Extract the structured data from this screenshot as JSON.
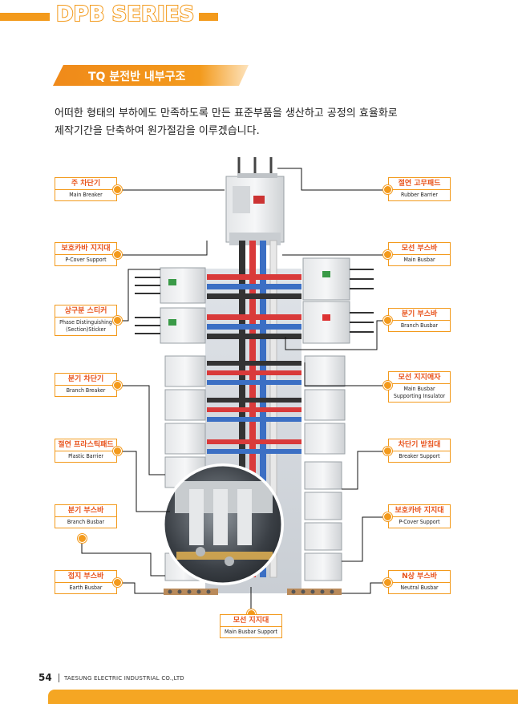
{
  "header": {
    "series_title": "DPB SERIES"
  },
  "section": {
    "title": "TQ 분전반 내부구조"
  },
  "intro": {
    "line1": "어떠한 형태의 부하에도 만족하도록  만든 표준부품을 생산하고  공정의 효율화로",
    "line2": "제작기간을 단축하여 원가절감을 이루겠습니다."
  },
  "labels": {
    "main_breaker": {
      "ko": "주 차단기",
      "en": "Main Breaker"
    },
    "pcover_support_left": {
      "ko": "보호카바 지지대",
      "en": "P-Cover Support"
    },
    "phase_sticker": {
      "ko": "상구분 스티커",
      "en": "Phase Distinguishing (Section)Sticker"
    },
    "branch_breaker": {
      "ko": "분기 차단기",
      "en": "Branch Breaker"
    },
    "plastic_barrier": {
      "ko": "절연 프라스틱패드",
      "en": "Plastic Barrier"
    },
    "branch_busbar_left": {
      "ko": "분기 부스바",
      "en": "Branch Busbar"
    },
    "earth_busbar": {
      "ko": "접지 부스바",
      "en": "Earth Busbar"
    },
    "rubber_barrier": {
      "ko": "절연 고무패드",
      "en": "Rubber Barrier"
    },
    "main_busbar": {
      "ko": "모선 부스바",
      "en": "Main Busbar"
    },
    "branch_busbar_right": {
      "ko": "분기 부스바",
      "en": "Branch Busbar"
    },
    "main_busbar_insulator": {
      "ko": "모선 지지애자",
      "en": "Main Busbar Supporting Insulator"
    },
    "breaker_support": {
      "ko": "차단기 받침대",
      "en": "Breaker Support"
    },
    "pcover_support_right": {
      "ko": "보호카바 지지대",
      "en": "P-Cover Support"
    },
    "neutral_busbar": {
      "ko": "N상 부스바",
      "en": "Neutral Busbar"
    },
    "main_busbar_support": {
      "ko": "모선 지지대",
      "en": "Main Busbar Support"
    }
  },
  "footer": {
    "page_number": "54",
    "company": "TAESUNG ELECTRIC INDUSTRIAL CO.,LTD"
  },
  "colors": {
    "accent": "#f39a1c",
    "label_text": "#e8521b",
    "busbar_red": "#d93a3a",
    "busbar_blue": "#3b6fc4",
    "busbar_black": "#333333"
  }
}
